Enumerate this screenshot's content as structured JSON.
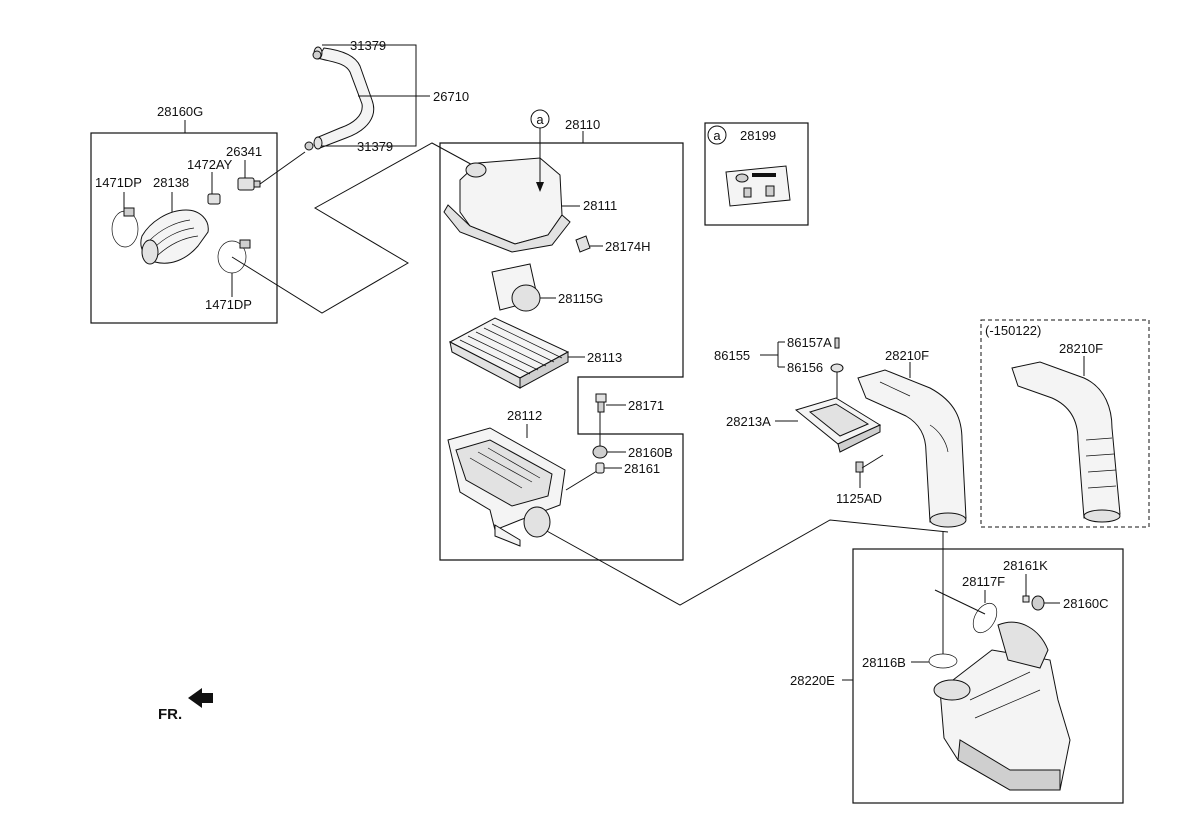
{
  "labels": {
    "p31379_top": "31379",
    "p26710": "26710",
    "p31379_bot": "31379",
    "p28160G": "28160G",
    "p26341": "26341",
    "p1472AY": "1472AY",
    "p1471DP_top": "1471DP",
    "p28138": "28138",
    "p1471DP_bot": "1471DP",
    "p28110": "28110",
    "p28111": "28111",
    "p28174H": "28174H",
    "p28115G": "28115G",
    "p28113": "28113",
    "p28171": "28171",
    "p28112": "28112",
    "p28160B": "28160B",
    "p28161": "28161",
    "p28199": "28199",
    "p86157A": "86157A",
    "p86155": "86155",
    "p86156": "86156",
    "p28210F_left": "28210F",
    "p28213A": "28213A",
    "p1125AD": "1125AD",
    "p150122": "(-150122)",
    "p28210F_right": "28210F",
    "p28161K": "28161K",
    "p28117F": "28117F",
    "p28160C": "28160C",
    "p28116B": "28116B",
    "p28220E": "28220E"
  },
  "ref_markers": {
    "marker_main": "a",
    "marker_box": "a"
  },
  "orientation": {
    "label": "FR."
  }
}
